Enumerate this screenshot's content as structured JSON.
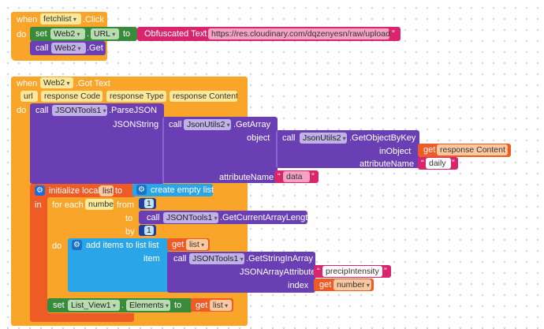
{
  "click_event": {
    "when": "when",
    "component": "fetchlist",
    "event": ".Click",
    "do": "do",
    "set_kw": "set",
    "set_component": "Web2",
    "set_property": "URL",
    "to": "to",
    "obfuscated_label": "Obfuscated Text",
    "url_value": "https://res.cloudinary.com/dqzenyesn/raw/upload/...",
    "call_kw": "call",
    "call_component": "Web2",
    "call_method": ".Get"
  },
  "gottext_event": {
    "when": "when",
    "component": "Web2",
    "event": ".Got Text",
    "params": [
      "url",
      "response Code",
      "response Type",
      "response Content"
    ],
    "do": "do",
    "call_kw": "call",
    "json_tools": "JSONTools1",
    "parse_json": ".ParseJSON",
    "json_string_label": "JSONString",
    "json_utils": "JsonUtils2",
    "get_array": ".GetArray",
    "object_label": "object",
    "get_object_by_key": ".GetObjectByKey",
    "in_object_label": "inObject",
    "get_kw": "get",
    "response_content": "response Content",
    "attribute_name_label": "attributeName",
    "daily": "daily",
    "data": "data",
    "init_local": "initialize local",
    "local_name": "list",
    "to": "to",
    "create_empty_list": "create empty list",
    "in_kw": "in",
    "for_each": "for each",
    "loop_var": "number",
    "from_kw": "from",
    "from_val": "1",
    "to_kw": "to",
    "get_current_array_length": ".GetCurrentArrayLength",
    "by_kw": "by",
    "by_val": "1",
    "do_kw": "do",
    "add_items": "add items to list",
    "list_kw": "list",
    "item_kw": "item",
    "get_string_in_array": ".GetStringInArray",
    "json_array_attr_label": "JSONArrayAttribute",
    "precip": "precipIntensity",
    "index_label": "index",
    "set_kw": "set",
    "list_view": "List_View1",
    "elements": "Elements",
    "colors": {
      "event_orange": "#f9a52a",
      "call_purple": "#6a3fb4",
      "set_green": "#3a8a3c",
      "text_pink": "#d9256d",
      "var_orange": "#ef5b25",
      "loop_blue": "#2aa5e8",
      "math_blue": "#1e3fa3",
      "list_blue": "#1e8ad0"
    }
  }
}
